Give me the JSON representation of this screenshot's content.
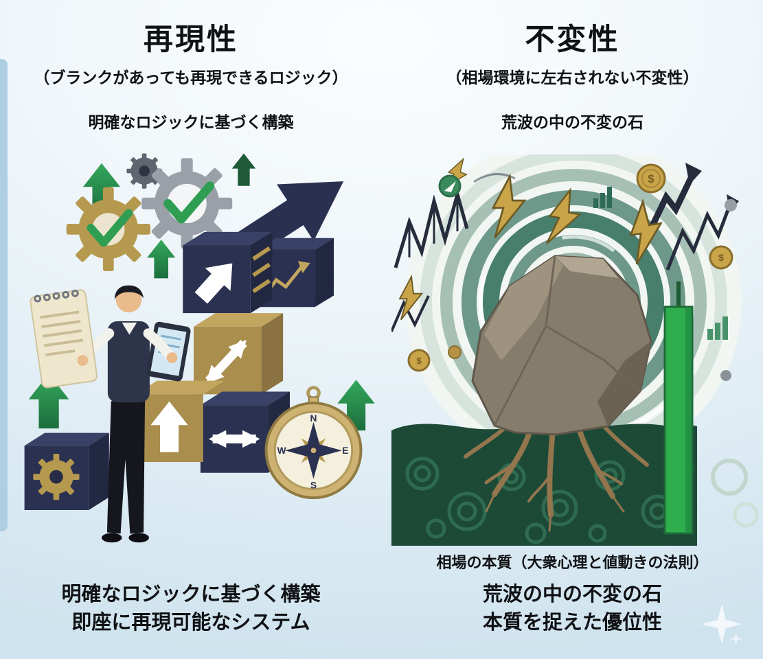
{
  "page": {
    "background_top": "#fbfdfe",
    "background_bottom": "#cfe3ee",
    "accent_bar_color": "#aecfe1",
    "text_color": "#101114"
  },
  "left_panel": {
    "title": "再現性",
    "subtitle": "（ブランクがあっても再現できるロジック）",
    "caption": "明確なロジックに基づく構築",
    "bottom_line1": "明確なロジックに基づく構築",
    "bottom_line2": "即座に再現可能なシステム",
    "illustration": {
      "icons": [
        "gear-icon",
        "check-icon",
        "up-arrow-icon",
        "notepad-icon",
        "tablet-icon",
        "person-figure",
        "step-cubes",
        "growth-arrow-icon",
        "compass-icon"
      ],
      "compass": {
        "n": "N",
        "e": "E",
        "s": "S",
        "w": "W"
      },
      "colors": {
        "navy": "#2a3150",
        "gold": "#b5994f",
        "green_check": "#2f9e53",
        "arrow_white": "#ffffff"
      }
    }
  },
  "right_panel": {
    "title": "不変性",
    "subtitle": "（相場環境に左右されない不変性）",
    "caption": "荒波の中の不変の石",
    "essence_label": "相場の本質（大衆心理と値動きの法則）",
    "bottom_line1": "荒波の中の不変の石",
    "bottom_line2": "本質を捉えた優位性",
    "illustration": {
      "icons": [
        "vortex-background",
        "lightning-icon",
        "zigzag-chart-icon",
        "coin-icon",
        "rock-figure",
        "roots-figure",
        "candlestick-icon",
        "bar-chart-icon",
        "badge-icon"
      ],
      "coin_symbol": "$",
      "colors": {
        "swirl_green": "#477e6c",
        "ground_green": "#1c4a37",
        "rock_gray": "#857c6b",
        "root_brown": "#93754e",
        "bolt_gold": "#c9a448",
        "candle_green": "#2fae4e",
        "dark_navy": "#262c3c"
      }
    }
  },
  "decorations": {
    "sparkle": "four-point-star",
    "sparkle_color": "#f2f7fa"
  }
}
